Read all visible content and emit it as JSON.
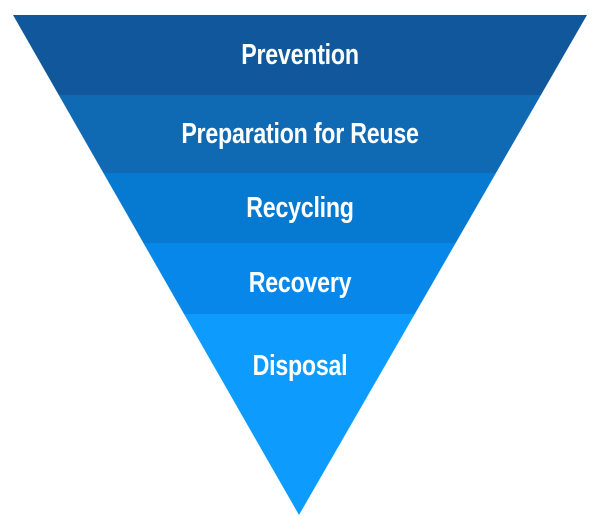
{
  "diagram": {
    "type": "inverted-pyramid-funnel",
    "background_color": "#FFFFFF",
    "text_color": "#FFFFFF",
    "levels": [
      {
        "label": "Prevention",
        "color": "#10589B"
      },
      {
        "label": "Preparation for Reuse",
        "color": "#0F6AB3"
      },
      {
        "label": "Recycling",
        "color": "#0679D1"
      },
      {
        "label": "Recovery",
        "color": "#0787E9"
      },
      {
        "label": "Disposal",
        "color": "#0D9CFE"
      }
    ]
  }
}
